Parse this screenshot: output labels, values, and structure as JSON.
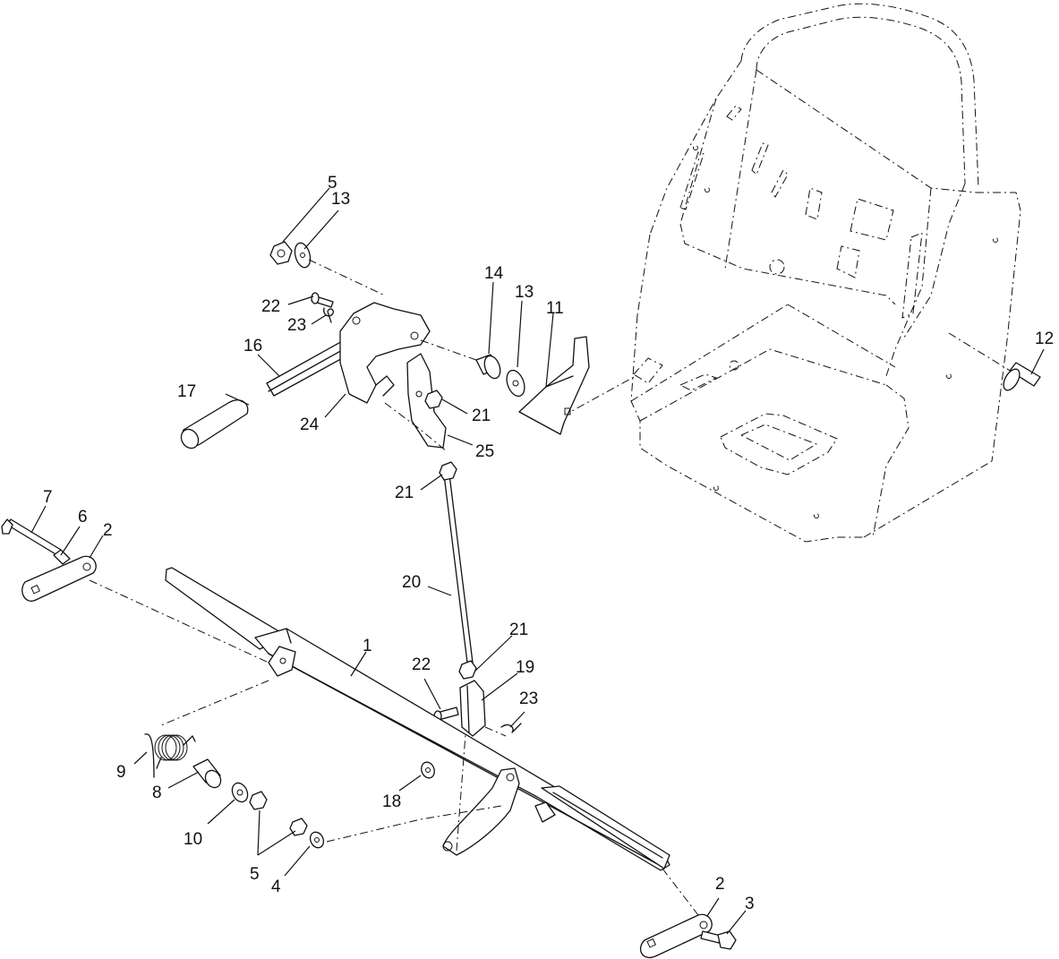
{
  "labels": [
    {
      "id": "callout-5-top",
      "text": "5"
    },
    {
      "id": "callout-13-top",
      "text": "13"
    },
    {
      "id": "callout-22-top",
      "text": "22"
    },
    {
      "id": "callout-23-top",
      "text": "23"
    },
    {
      "id": "callout-16",
      "text": "16"
    },
    {
      "id": "callout-17",
      "text": "17"
    },
    {
      "id": "callout-24",
      "text": "24"
    },
    {
      "id": "callout-14",
      "text": "14"
    },
    {
      "id": "callout-13-mid",
      "text": "13"
    },
    {
      "id": "callout-11",
      "text": "11"
    },
    {
      "id": "callout-21-top",
      "text": "21"
    },
    {
      "id": "callout-25",
      "text": "25"
    },
    {
      "id": "callout-21-mid",
      "text": "21"
    },
    {
      "id": "callout-12",
      "text": "12"
    },
    {
      "id": "callout-7",
      "text": "7"
    },
    {
      "id": "callout-6",
      "text": "6"
    },
    {
      "id": "callout-2-left",
      "text": "2"
    },
    {
      "id": "callout-20",
      "text": "20"
    },
    {
      "id": "callout-1",
      "text": "1"
    },
    {
      "id": "callout-21-low",
      "text": "21"
    },
    {
      "id": "callout-22-low",
      "text": "22"
    },
    {
      "id": "callout-19",
      "text": "19"
    },
    {
      "id": "callout-23-low",
      "text": "23"
    },
    {
      "id": "callout-9",
      "text": "9"
    },
    {
      "id": "callout-8",
      "text": "8"
    },
    {
      "id": "callout-10",
      "text": "10"
    },
    {
      "id": "callout-18",
      "text": "18"
    },
    {
      "id": "callout-5-low",
      "text": "5"
    },
    {
      "id": "callout-4",
      "text": "4"
    },
    {
      "id": "callout-2-right",
      "text": "2"
    },
    {
      "id": "callout-3",
      "text": "3"
    }
  ]
}
